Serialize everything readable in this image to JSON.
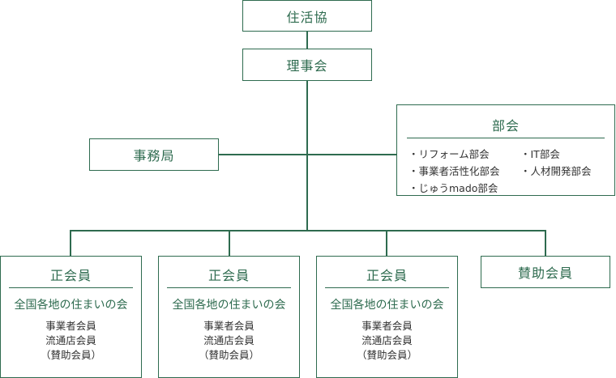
{
  "nodes": {
    "top": "住活協",
    "board": "理事会",
    "secretariat": "事務局",
    "supporting": "賛助会員"
  },
  "bukai": {
    "title": "部会",
    "items": [
      "・リフォーム部会",
      "・IT部会",
      "・事業者活性化部会",
      "・人材開発部会",
      "・じゅうmado部会"
    ]
  },
  "regular_members": [
    {
      "title": "正会員",
      "subtitle": "全国各地の住まいの会",
      "lines": [
        "事業者会員",
        "流通店会員",
        "（賛助会員）"
      ]
    },
    {
      "title": "正会員",
      "subtitle": "全国各地の住まいの会",
      "lines": [
        "事業者会員",
        "流通店会員",
        "（賛助会員）"
      ]
    },
    {
      "title": "正会員",
      "subtitle": "全国各地の住まいの会",
      "lines": [
        "事業者会員",
        "流通店会員",
        "（賛助会員）"
      ]
    }
  ]
}
